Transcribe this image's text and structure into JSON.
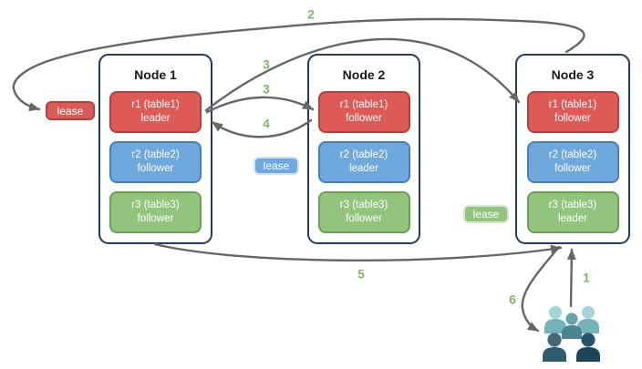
{
  "nodes": [
    {
      "title": "Node 1",
      "replicas": [
        {
          "label": "r1 (table1)",
          "role": "leader",
          "color": "red"
        },
        {
          "label": "r2 (table2)",
          "role": "follower",
          "color": "blue"
        },
        {
          "label": "r3 (table3)",
          "role": "follower",
          "color": "green"
        }
      ]
    },
    {
      "title": "Node 2",
      "replicas": [
        {
          "label": "r1 (table1)",
          "role": "follower",
          "color": "red"
        },
        {
          "label": "r2 (table2)",
          "role": "leader",
          "color": "blue"
        },
        {
          "label": "r3 (table3)",
          "role": "follower",
          "color": "green"
        }
      ]
    },
    {
      "title": "Node 3",
      "replicas": [
        {
          "label": "r1 (table1)",
          "role": "follower",
          "color": "red"
        },
        {
          "label": "r2 (table2)",
          "role": "follower",
          "color": "blue"
        },
        {
          "label": "r3 (table3)",
          "role": "leader",
          "color": "green"
        }
      ]
    }
  ],
  "leases": [
    {
      "label": "lease",
      "color": "red"
    },
    {
      "label": "lease",
      "color": "blue"
    },
    {
      "label": "lease",
      "color": "green"
    }
  ],
  "steps": [
    {
      "label": "1"
    },
    {
      "label": "2"
    },
    {
      "label": "3"
    },
    {
      "label": "3"
    },
    {
      "label": "4"
    },
    {
      "label": "5"
    },
    {
      "label": "6"
    }
  ],
  "flows": [
    {
      "step": "1",
      "from": "users",
      "to": "node-3"
    },
    {
      "step": "2",
      "from": "node-3",
      "to": "lease-red-node-1"
    },
    {
      "step": "3",
      "from": "node-1-r1-leader",
      "to": "node-3-r1-follower"
    },
    {
      "step": "3",
      "from": "node-1-r1-leader",
      "to": "node-2-r1-follower"
    },
    {
      "step": "4",
      "from": "node-2-r1-follower",
      "to": "node-1-r1-leader"
    },
    {
      "step": "5",
      "from": "node-1",
      "to": "node-3"
    },
    {
      "step": "6",
      "from": "node-3",
      "to": "users"
    }
  ],
  "colors": {
    "replica_red": "#dc5b57",
    "replica_blue": "#6fa8dc",
    "replica_green": "#93c47d",
    "node_border": "#28395e",
    "arrow": "#666666",
    "step_label": "#7cb566",
    "users_light": "#a5d3d8",
    "users_medium": "#4b8492",
    "users_dark": "#1d4557"
  }
}
